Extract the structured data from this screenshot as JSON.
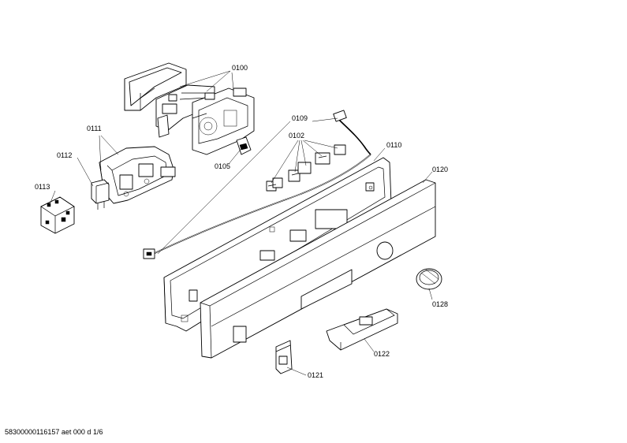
{
  "callouts": [
    {
      "id": "0100",
      "label": "0100"
    },
    {
      "id": "0111",
      "label": "0111"
    },
    {
      "id": "0112",
      "label": "0112"
    },
    {
      "id": "0113",
      "label": "0113"
    },
    {
      "id": "0105",
      "label": "0105"
    },
    {
      "id": "0109",
      "label": "0109"
    },
    {
      "id": "0102",
      "label": "0102"
    },
    {
      "id": "0110",
      "label": "0110"
    },
    {
      "id": "0120",
      "label": "0120"
    },
    {
      "id": "0128",
      "label": "0128"
    },
    {
      "id": "0122",
      "label": "0122"
    },
    {
      "id": "0121",
      "label": "0121"
    }
  ],
  "footer": {
    "text": "58300000116157 aet 000 d 1/6"
  }
}
